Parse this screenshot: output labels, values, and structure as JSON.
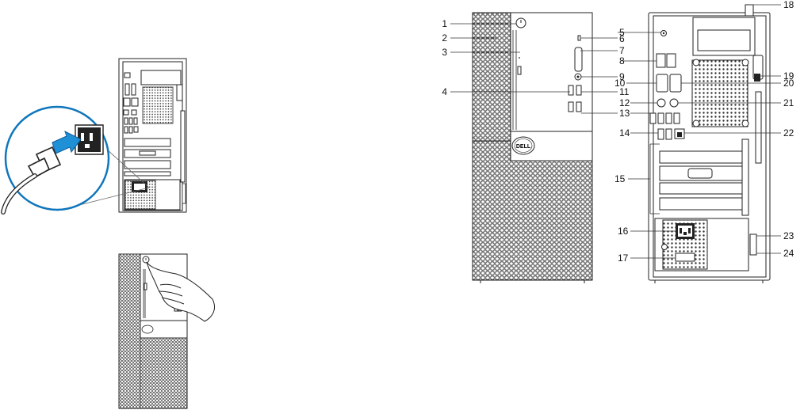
{
  "figure": {
    "callouts": [
      {
        "id": 1,
        "label": "1"
      },
      {
        "id": 2,
        "label": "2"
      },
      {
        "id": 3,
        "label": "3"
      },
      {
        "id": 4,
        "label": "4"
      },
      {
        "id": 5,
        "label": "5"
      },
      {
        "id": 6,
        "label": "6"
      },
      {
        "id": 7,
        "label": "7"
      },
      {
        "id": 8,
        "label": "8"
      },
      {
        "id": 9,
        "label": "9"
      },
      {
        "id": 10,
        "label": "10"
      },
      {
        "id": 11,
        "label": "11"
      },
      {
        "id": 12,
        "label": "12"
      },
      {
        "id": 13,
        "label": "13"
      },
      {
        "id": 14,
        "label": "14"
      },
      {
        "id": 15,
        "label": "15"
      },
      {
        "id": 16,
        "label": "16"
      },
      {
        "id": 17,
        "label": "17"
      },
      {
        "id": 18,
        "label": "18"
      },
      {
        "id": 19,
        "label": "19"
      },
      {
        "id": 20,
        "label": "20"
      },
      {
        "id": 21,
        "label": "21"
      },
      {
        "id": 22,
        "label": "22"
      },
      {
        "id": 23,
        "label": "23"
      },
      {
        "id": 24,
        "label": "24"
      }
    ],
    "brand_logo": "DELL",
    "icons": [
      "power-cable-icon",
      "plug-arrow-icon",
      "hand-press-icon",
      "power-button-icon"
    ]
  }
}
